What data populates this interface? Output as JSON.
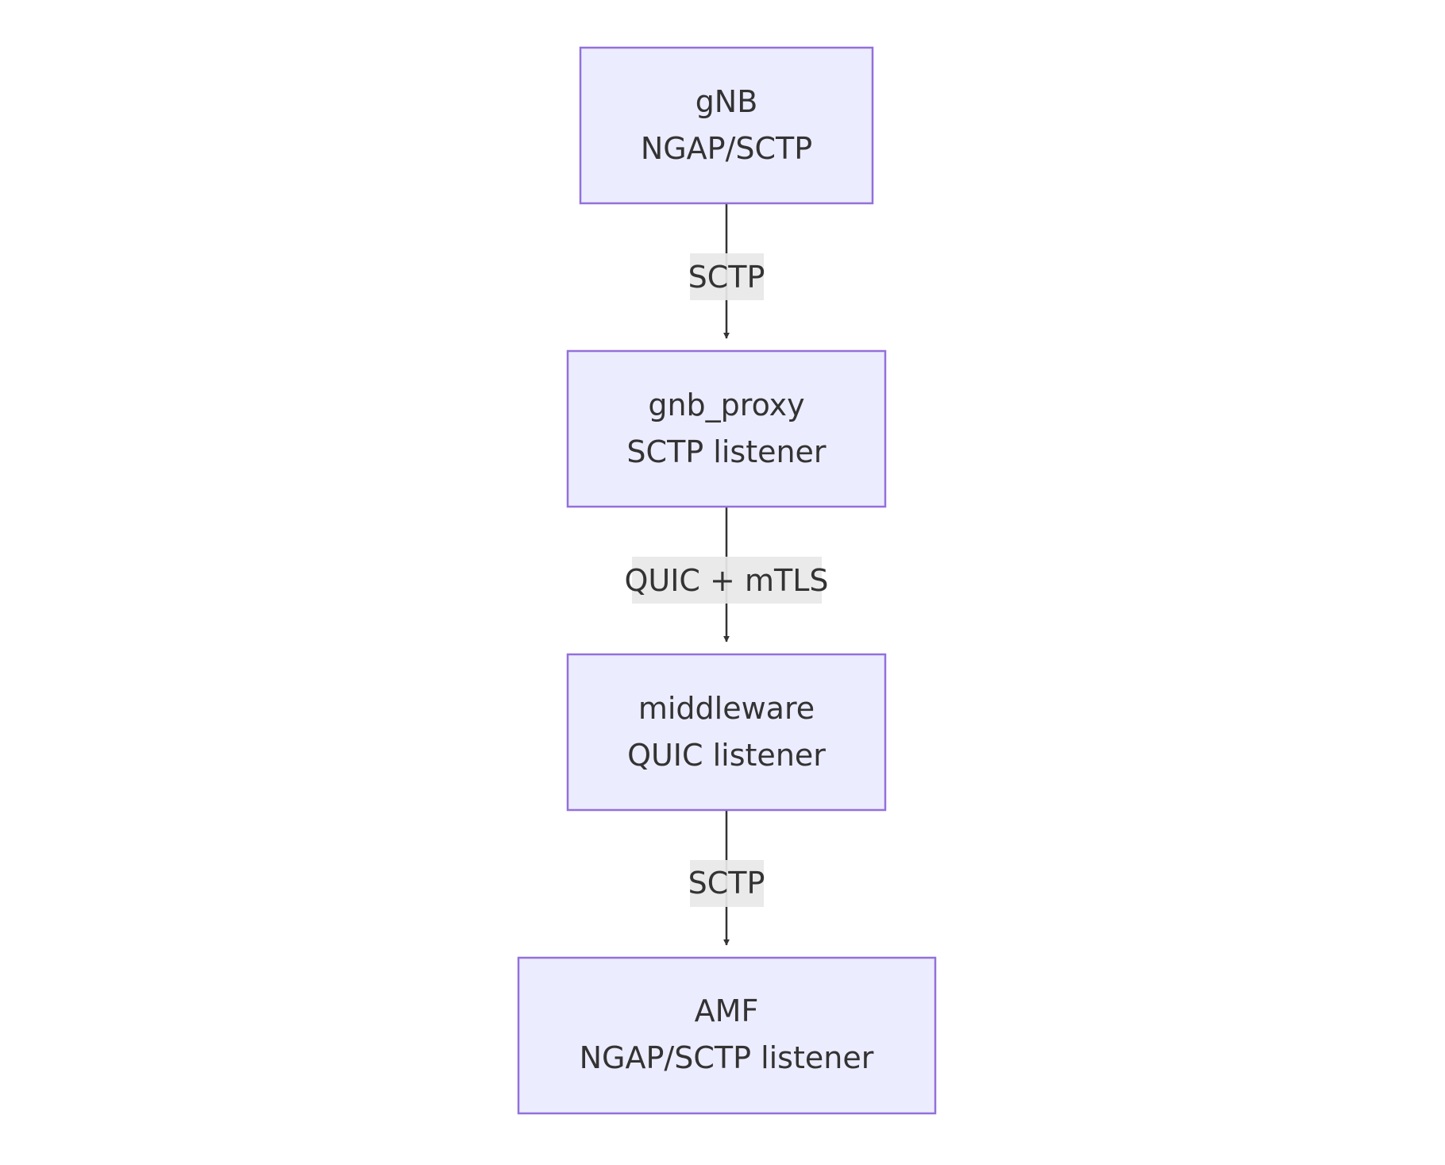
{
  "diagram": {
    "nodes": [
      {
        "id": "gnb",
        "lines": [
          "gNB",
          "NGAP/SCTP"
        ]
      },
      {
        "id": "gnb_proxy",
        "lines": [
          "gnb_proxy",
          "SCTP listener"
        ]
      },
      {
        "id": "middleware",
        "lines": [
          "middleware",
          "QUIC listener"
        ]
      },
      {
        "id": "amf",
        "lines": [
          "AMF",
          "NGAP/SCTP listener"
        ]
      }
    ],
    "edges": [
      {
        "from": "gnb",
        "to": "gnb_proxy",
        "label": "SCTP"
      },
      {
        "from": "gnb_proxy",
        "to": "middleware",
        "label": "QUIC + mTLS"
      },
      {
        "from": "middleware",
        "to": "amf",
        "label": "SCTP"
      }
    ],
    "colors": {
      "node_fill": "#ECECFF",
      "node_stroke": "#9370DB",
      "text": "#333333",
      "edge": "#333333",
      "label_bg": "#E8E8E8"
    }
  }
}
